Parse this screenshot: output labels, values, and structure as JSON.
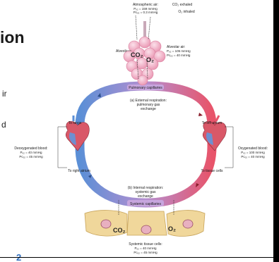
{
  "page": {
    "heading_fragment": "ion",
    "text_fragment_1": "ir",
    "text_fragment_2": "d",
    "slide_number_fragment": "2"
  },
  "diagram": {
    "atmospheric": {
      "title": "Atmospheric air:",
      "po2": "Pₒ₂ = 159 mmHg",
      "pco2": "Pᴄₒ₂ = 0.3 mmHg"
    },
    "co2_exhaled": "CO₂ exhaled",
    "o2_inhaled": "O₂ inhaled",
    "alveoli_label": "Alveoli",
    "alveolar": {
      "title": "Alveolar air:",
      "po2": "Pₒ₂ = 105 mmHg",
      "pco2": "Pᴄₒ₂ = 40 mmHg"
    },
    "pulmonary_capillaries": "Pulmonary capillaries",
    "external_respiration": [
      "(a) External respiration:",
      "pulmonary gas",
      "exchange"
    ],
    "to_lungs": "To lungs",
    "to_left_atrium": "To left atrium",
    "to_right_atrium": "To right atrium",
    "to_tissue_cells": "To tissue cells",
    "deoxygenated": {
      "title": "Deoxygenated blood:",
      "po2": "Pₒ₂ = 40 mmHg",
      "pco2": "Pᴄₒ₂ = 45 mmHg"
    },
    "oxygenated": {
      "title": "Oxygenated blood:",
      "po2": "Pₒ₂ = 100 mmHg",
      "pco2": "Pᴄₒ₂ = 40 mmHg"
    },
    "internal_respiration": [
      "(b) Internal respiration:",
      "systemic gas",
      "exchange"
    ],
    "systemic_capillaries": "Systemic capillaries",
    "systemic_cells": {
      "title": "Systemic tissue cells:",
      "po2": "Pₒ₂ = 40 mmHg",
      "pco2": "Pᴄₒ₂ = 45 mmHg"
    },
    "gas_co2": "CO₂",
    "gas_o2": "O₂"
  },
  "colors": {
    "deoxygenated": "#5b8fd6",
    "oxygenated": "#e8546a",
    "capillary": "#b58fd0",
    "alveoli": "#f2b6c8",
    "tissue": "#f0d79b"
  }
}
